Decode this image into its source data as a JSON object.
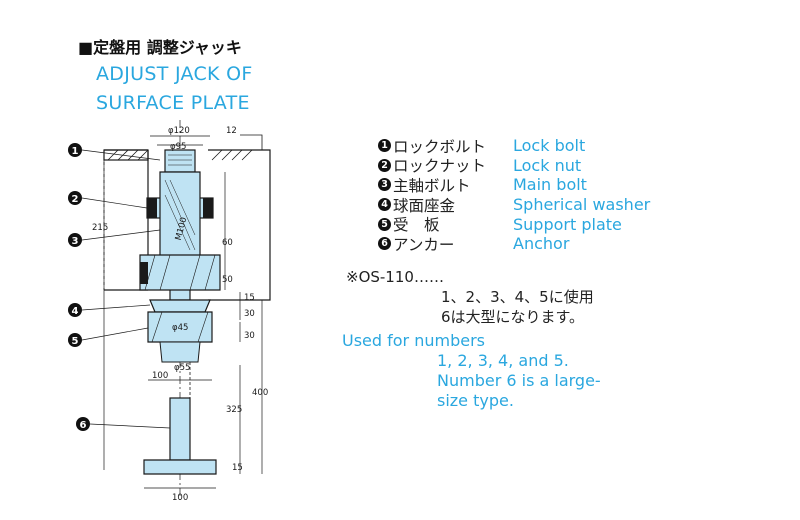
{
  "header": {
    "title_jp": "■定盤用 調整ジャッキ",
    "title_en_line1": "ADJUST JACK OF",
    "title_en_line2": "SURFACE PLATE"
  },
  "colors": {
    "accent": "#2aa7df",
    "part_fill": "#bfe3f3",
    "line": "#1a1a1a"
  },
  "parts": [
    {
      "num": "1",
      "jp": "ロックボルト",
      "en": "Lock bolt"
    },
    {
      "num": "2",
      "jp": "ロックナット",
      "en": "Lock nut"
    },
    {
      "num": "3",
      "jp": "主軸ボルト",
      "en": "Main bolt"
    },
    {
      "num": "4",
      "jp": "球面座金",
      "en": "Spherical washer"
    },
    {
      "num": "5",
      "jp": "受　板",
      "en": "Support plate"
    },
    {
      "num": "6",
      "jp": "アンカー",
      "en": "Anchor"
    }
  ],
  "note": {
    "jp_line1": "※OS-110……",
    "jp_line2": "1、2、3、4、5に使用",
    "jp_line3": "6は大型になります。",
    "en_line1": "Used for numbers",
    "en_line2": "1, 2, 3, 4, and 5.",
    "en_line3": "Number 6 is a large-",
    "en_line4": "size type."
  },
  "drawing": {
    "dims": {
      "d120": "φ120",
      "d95": "φ95",
      "t12": "12",
      "h215": "215",
      "h60": "60",
      "h50": "50",
      "h15a": "15",
      "h30a": "30",
      "h30b": "30",
      "h400": "400",
      "h325": "325",
      "h15b": "15",
      "w100a": "100",
      "w100b": "100",
      "d55": "φ55",
      "d45": "φ45",
      "m100": "M100"
    }
  }
}
